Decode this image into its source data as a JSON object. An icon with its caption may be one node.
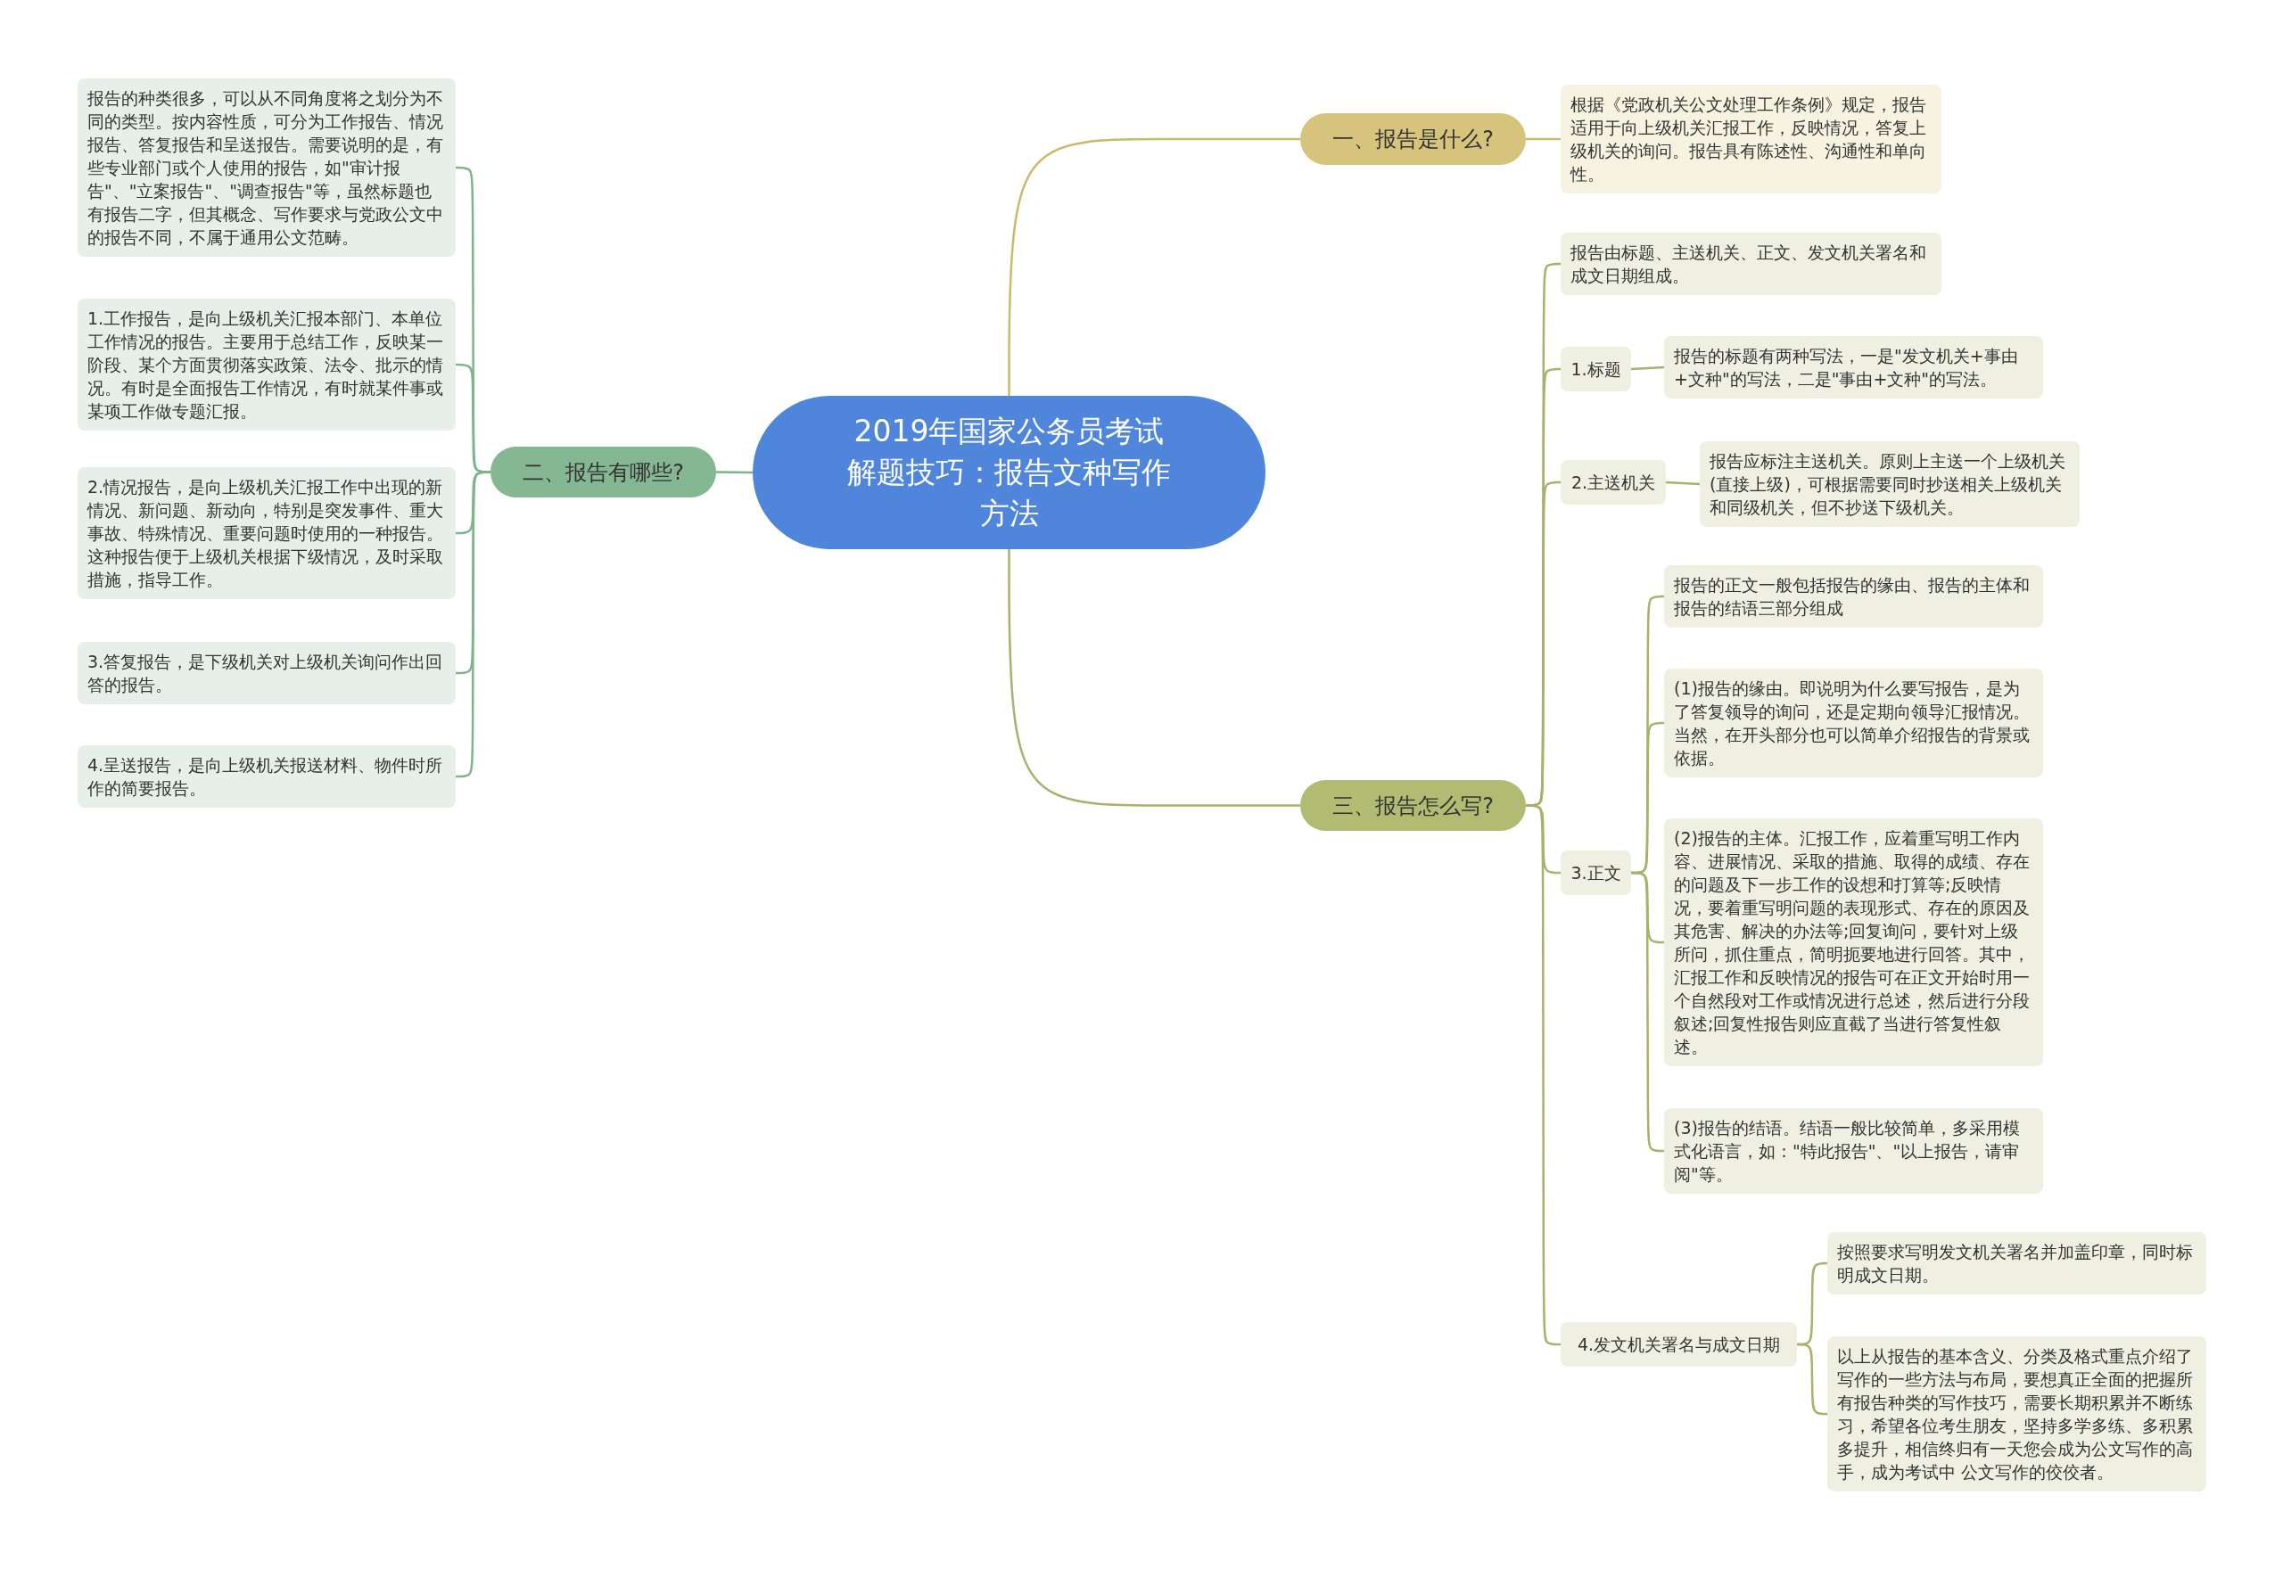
{
  "diagram": {
    "nodes": [
      {
        "text": [
          "2019年国家公务员考试解题技巧：报告文种写作方法"
        ]
      },
      {
        "text": [
          "一、报告是什么?"
        ]
      },
      {
        "text": [
          "根据《党政机关公文处理工作条例》规定，报告适用于向上级机关汇报工作，反映情况，答复上级机关的询问。报告具有陈述性、沟通性和单向性。"
        ]
      },
      {
        "text": [
          "二、报告有哪些?"
        ]
      },
      {
        "text": [
          "报告的种类很多，可以从不同角度将之划分为不同的类型。按内容性质，可分为工作报告、情况报告、答复报告和呈送报告。需要说明的是，有些专业部门或个人使用的报告，如\"审计报告\"、\"立案报告\"、\"调查报告\"等，虽然标题也有报告二字，但其概念、写作要求与党政公文中的报告不同，不属于通用公文范畴。"
        ]
      },
      {
        "text": [
          "1.工作报告，是向上级机关汇报本部门、本单位工作情况的报告。主要用于总结工作，反映某一阶段、某个方面贯彻落实政策、法令、批示的情况。有时是全面报告工作情况，有时就某件事或某项工作做专题汇报。"
        ]
      },
      {
        "text": [
          "2.情况报告，是向上级机关汇报工作中出现的新情况、新问题、新动向，特别是突发事件、重大事故、特殊情况、重要问题时使用的一种报告。这种报告便于上级机关根据下级情况，及时采取措施，指导工作。"
        ]
      },
      {
        "text": [
          "3.答复报告，是下级机关对上级机关询问作出回答的报告。"
        ]
      },
      {
        "text": [
          "4.呈送报告，是向上级机关报送材料、物件时所作的简要报告。"
        ]
      },
      {
        "text": [
          "三、报告怎么写?"
        ]
      },
      {
        "text": [
          "报告由标题、主送机关、正文、发文机关署名和成文日期组成。"
        ]
      },
      {
        "text": [
          "1.标题"
        ]
      },
      {
        "text": [
          "报告的标题有两种写法，一是\"发文机关+事由+文种\"的写法，二是\"事由+文种\"的写法。"
        ]
      },
      {
        "text": [
          "2.主送机关"
        ]
      },
      {
        "text": [
          "报告应标注主送机关。原则上主送一个上级机关(直接上级)，可根据需要同时抄送相关上级机关和同级机关，但不抄送下级机关。"
        ]
      },
      {
        "text": [
          "3.正文"
        ]
      },
      {
        "text": [
          "报告的正文一般包括报告的缘由、报告的主体和报告的结语三部分组成"
        ]
      },
      {
        "text": [
          "(1)报告的缘由。即说明为什么要写报告，是为了答复领导的询问，还是定期向领导汇报情况。当然，在开头部分也可以简单介绍报告的背景或依据。"
        ]
      },
      {
        "text": [
          "(2)报告的主体。汇报工作，应着重写明工作内容、进展情况、采取的措施、取得的成绩、存在的问题及下一步工作的设想和打算等;反映情况，要着重写明问题的表现形式、存在的原因及其危害、解决的办法等;回复询问，要针对上级所问，抓住重点，简明扼要地进行回答。其中，汇报工作和反映情况的报告可在正文开始时用一个自然段对工作或情况进行总述，然后进行分段叙述;回复性报告则应直截了当进行答复性叙述。"
        ]
      },
      {
        "text": [
          "(3)报告的结语。结语一般比较简单，多采用模式化语言，如：\"特此报告\"、\"以上报告，请审阅\"等。"
        ]
      },
      {
        "text": [
          "4.发文机关署名与成文日期"
        ]
      },
      {
        "text": [
          "按照要求写明发文机关署名并加盖印章，同时标明成文日期。"
        ]
      },
      {
        "text": [
          "以上从报告的基本含义、分类及格式重点介绍了写作的一些方法与布局，要想真正全面的把握所有报告种类的写作技巧，需要长期积累并不断练习，希望各位考生朋友，坚持多学多练、多积累多提升，相信终归有一天您会成为公文写作的高手，成为考试中 公文写作的佼佼者。"
        ]
      }
    ],
    "edges": [
      {
        "from": 0,
        "to": 1,
        "arrow": "none",
        "color": "#cdb96a"
      },
      {
        "from": 1,
        "to": 2,
        "arrow": "none",
        "color": "#cdb96a"
      },
      {
        "from": 0,
        "to": 3,
        "arrow": "none",
        "color": "#7db48a"
      },
      {
        "from": 3,
        "to": 4,
        "arrow": "none",
        "color": "#7db48a"
      },
      {
        "from": 3,
        "to": 5,
        "arrow": "none",
        "color": "#7db48a"
      },
      {
        "from": 3,
        "to": 6,
        "arrow": "none",
        "color": "#7db48a"
      },
      {
        "from": 3,
        "to": 7,
        "arrow": "none",
        "color": "#7db48a"
      },
      {
        "from": 3,
        "to": 8,
        "arrow": "none",
        "color": "#7db48a"
      },
      {
        "from": 0,
        "to": 9,
        "arrow": "none"
      },
      {
        "from": 9,
        "to": 10,
        "arrow": "none"
      },
      {
        "from": 9,
        "to": 11,
        "arrow": "none"
      },
      {
        "from": 11,
        "to": 12,
        "arrow": "none"
      },
      {
        "from": 9,
        "to": 13,
        "arrow": "none"
      },
      {
        "from": 13,
        "to": 14,
        "arrow": "none"
      },
      {
        "from": 9,
        "to": 15,
        "arrow": "none"
      },
      {
        "from": 15,
        "to": 16,
        "arrow": "none"
      },
      {
        "from": 15,
        "to": 17,
        "arrow": "none"
      },
      {
        "from": 15,
        "to": 18,
        "arrow": "none"
      },
      {
        "from": 15,
        "to": 19,
        "arrow": "none"
      },
      {
        "from": 9,
        "to": 20,
        "arrow": "none"
      },
      {
        "from": 20,
        "to": 21,
        "arrow": "none"
      },
      {
        "from": 20,
        "to": 22,
        "arrow": "none"
      }
    ]
  }
}
